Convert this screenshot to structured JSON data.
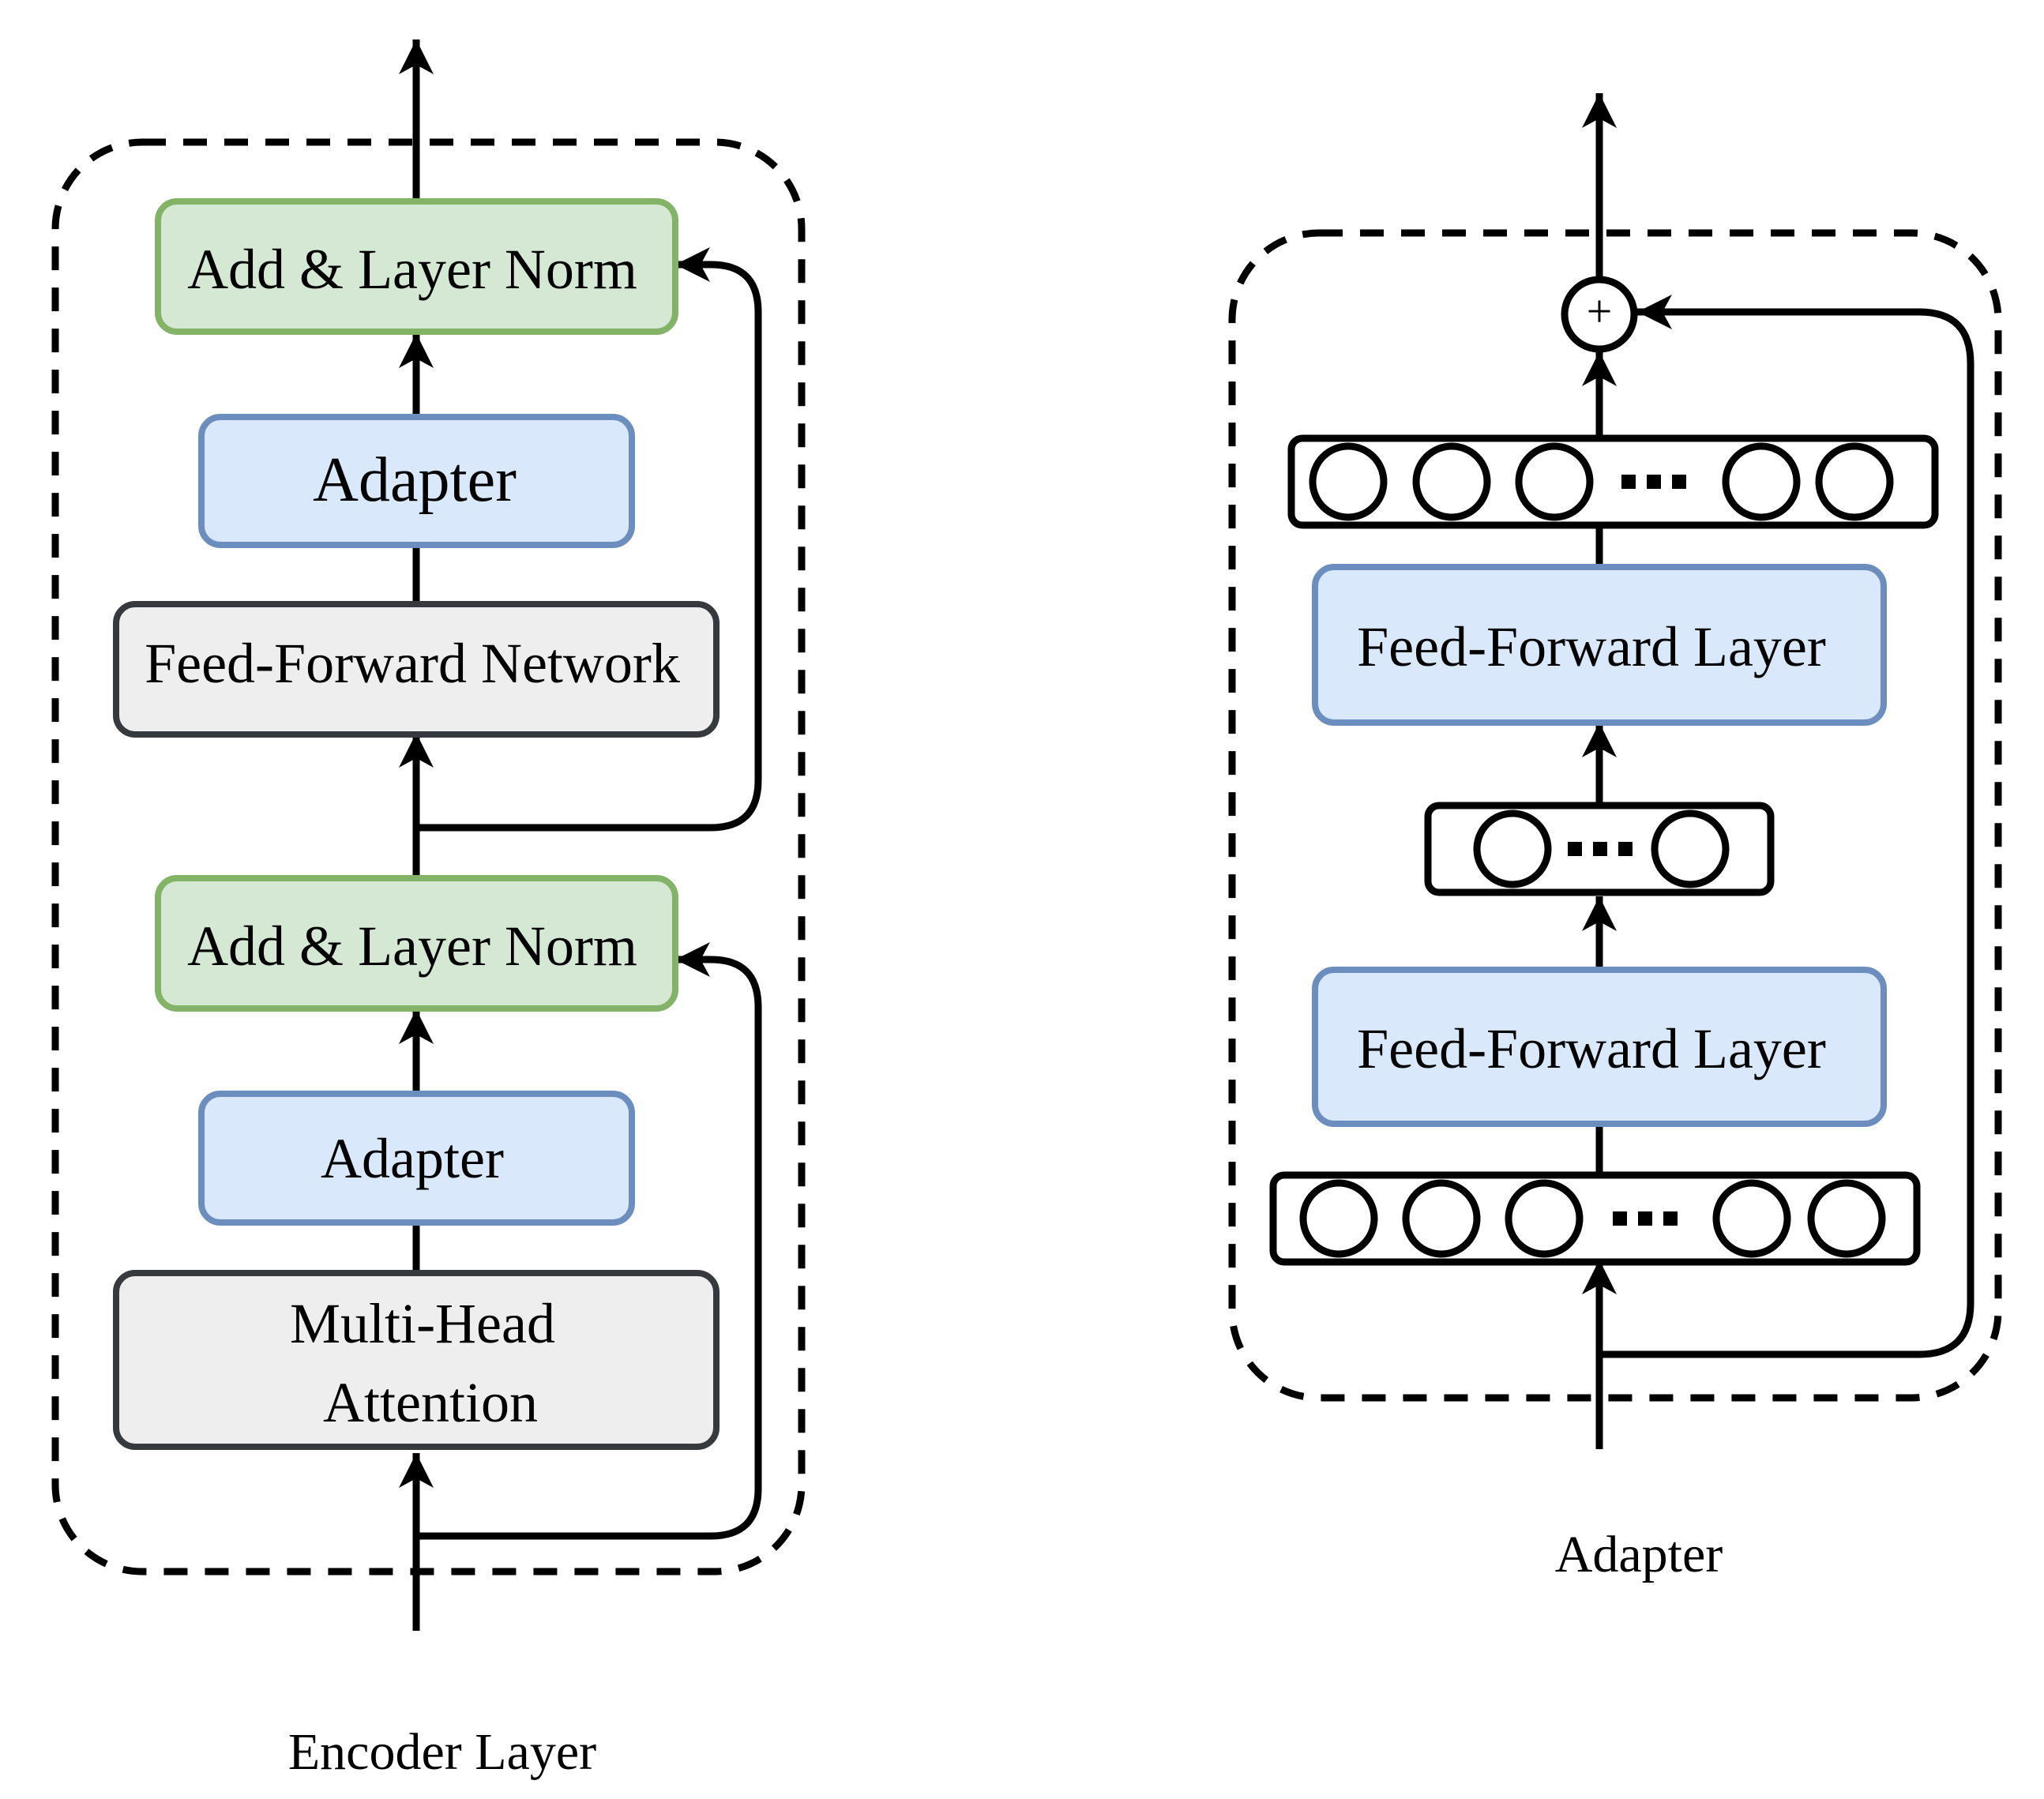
{
  "encoder": {
    "caption": "Encoder Layer",
    "add_norm_top": "Add & Layer Norm",
    "adapter_top": "Adapter",
    "ffn": "Feed-Forward Network",
    "add_norm_bottom": "Add & Layer Norm",
    "adapter_bottom": "Adapter",
    "mha_line1": "Multi-Head",
    "mha_line2": "Attention"
  },
  "adapter": {
    "caption": "Adapter",
    "sum_symbol": "+",
    "ffl_top": "Feed-Forward Layer",
    "ffl_bottom": "Feed-Forward Layer"
  },
  "colors": {
    "green_fill": "#d5e8d4",
    "green_stroke": "#82b366",
    "blue_fill": "#dae8fc",
    "blue_stroke": "#6c8ebf",
    "gray_fill": "#eeeeee",
    "gray_stroke": "#36393d",
    "line": "#000000"
  }
}
